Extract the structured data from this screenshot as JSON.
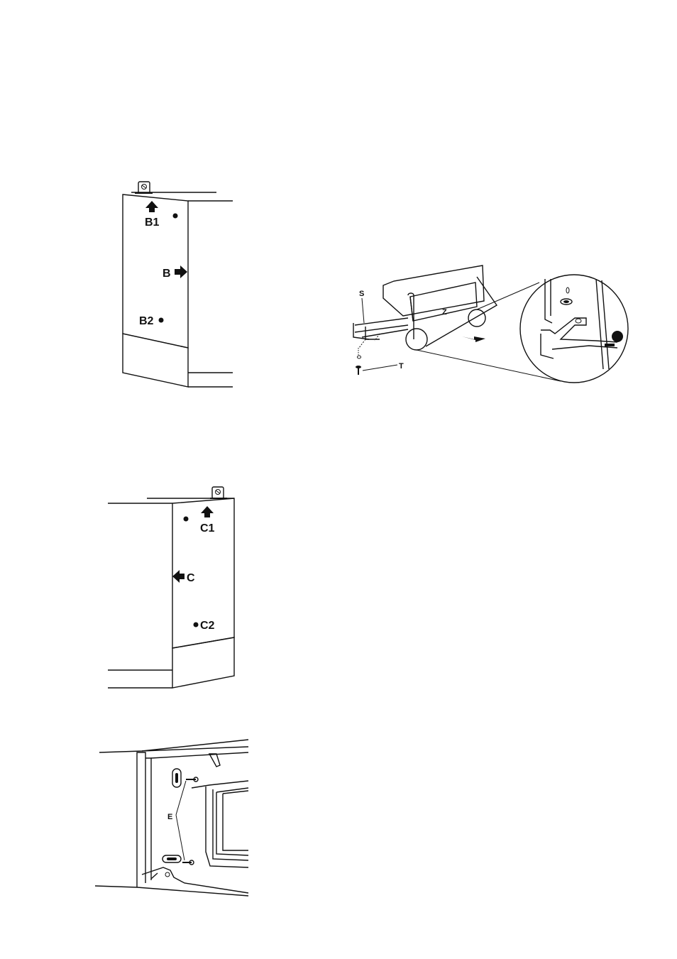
{
  "figure_b": {
    "labels": {
      "b1": "B1",
      "b": "B",
      "b2": "B2"
    }
  },
  "figure_hinge": {
    "labels": {
      "s": "S",
      "z": "Z",
      "t": "T"
    }
  },
  "figure_c": {
    "labels": {
      "c1": "C1",
      "c": "C",
      "c2": "C2"
    }
  },
  "figure_e": {
    "labels": {
      "e": "E"
    }
  }
}
